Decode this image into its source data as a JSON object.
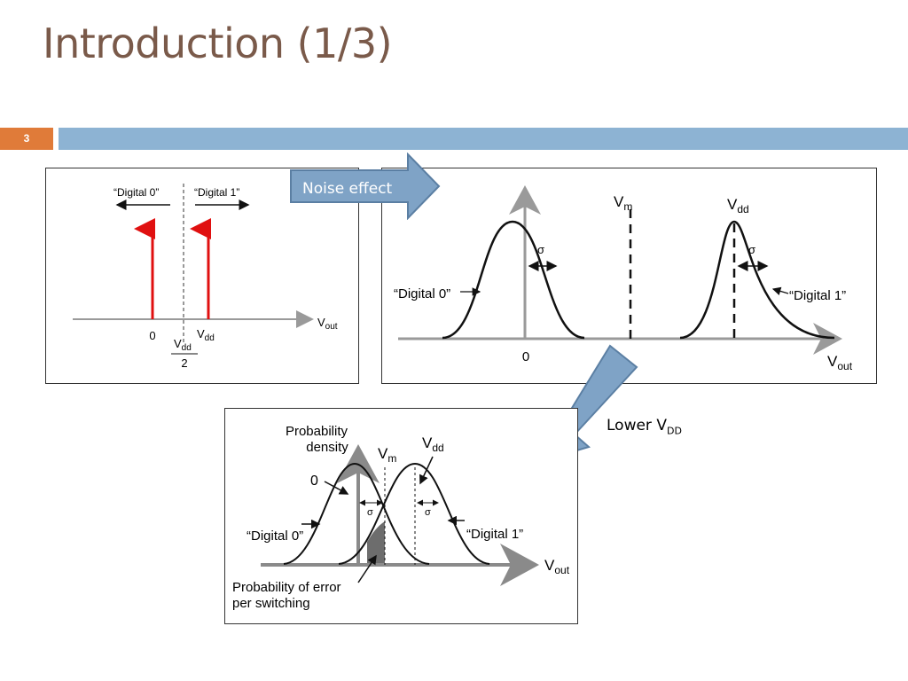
{
  "slide": {
    "title": "Introduction (1/3)",
    "number": "3"
  },
  "panel_top_left": {
    "digital0": "“Digital 0”",
    "digital1": "“Digital 1”",
    "zero": "0",
    "vdd": "V",
    "vdd_sub": "dd",
    "half_num": "V",
    "half_num_sub": "dd",
    "half_den": "2",
    "vout": "V",
    "vout_sub": "out"
  },
  "callout": {
    "noise_effect": "Noise effect"
  },
  "panel_top_right": {
    "vm": "V",
    "vm_sub": "m",
    "vdd": "V",
    "vdd_sub": "dd",
    "sigma_left": "σ",
    "sigma_right": "σ",
    "digital0": "“Digital 0”",
    "digital1": "“Digital 1”",
    "zero": "0",
    "vout": "V",
    "vout_sub": "out"
  },
  "lower_vdd": {
    "text": "Lower V",
    "sub": "DD"
  },
  "panel_bottom": {
    "ylabel_line1": "Probability",
    "ylabel_line2": "density",
    "vm": "V",
    "vm_sub": "m",
    "vdd": "V",
    "vdd_sub": "dd",
    "zero": "0",
    "sigma_left": "σ",
    "sigma_right": "σ",
    "digital0": "“Digital 0”",
    "digital1": "“Digital 1”",
    "vout": "V",
    "vout_sub": "out",
    "error_line1": "Probability of error",
    "error_line2": "per switching"
  },
  "colors": {
    "title": "#7a5a4a",
    "accent_orange": "#e07b39",
    "band_blue": "#8db3d3",
    "callout_fill": "#7fa3c6",
    "callout_stroke": "#5b7fa3",
    "red_arrow": "#e01010",
    "axis_gray": "#9a9a9a"
  }
}
